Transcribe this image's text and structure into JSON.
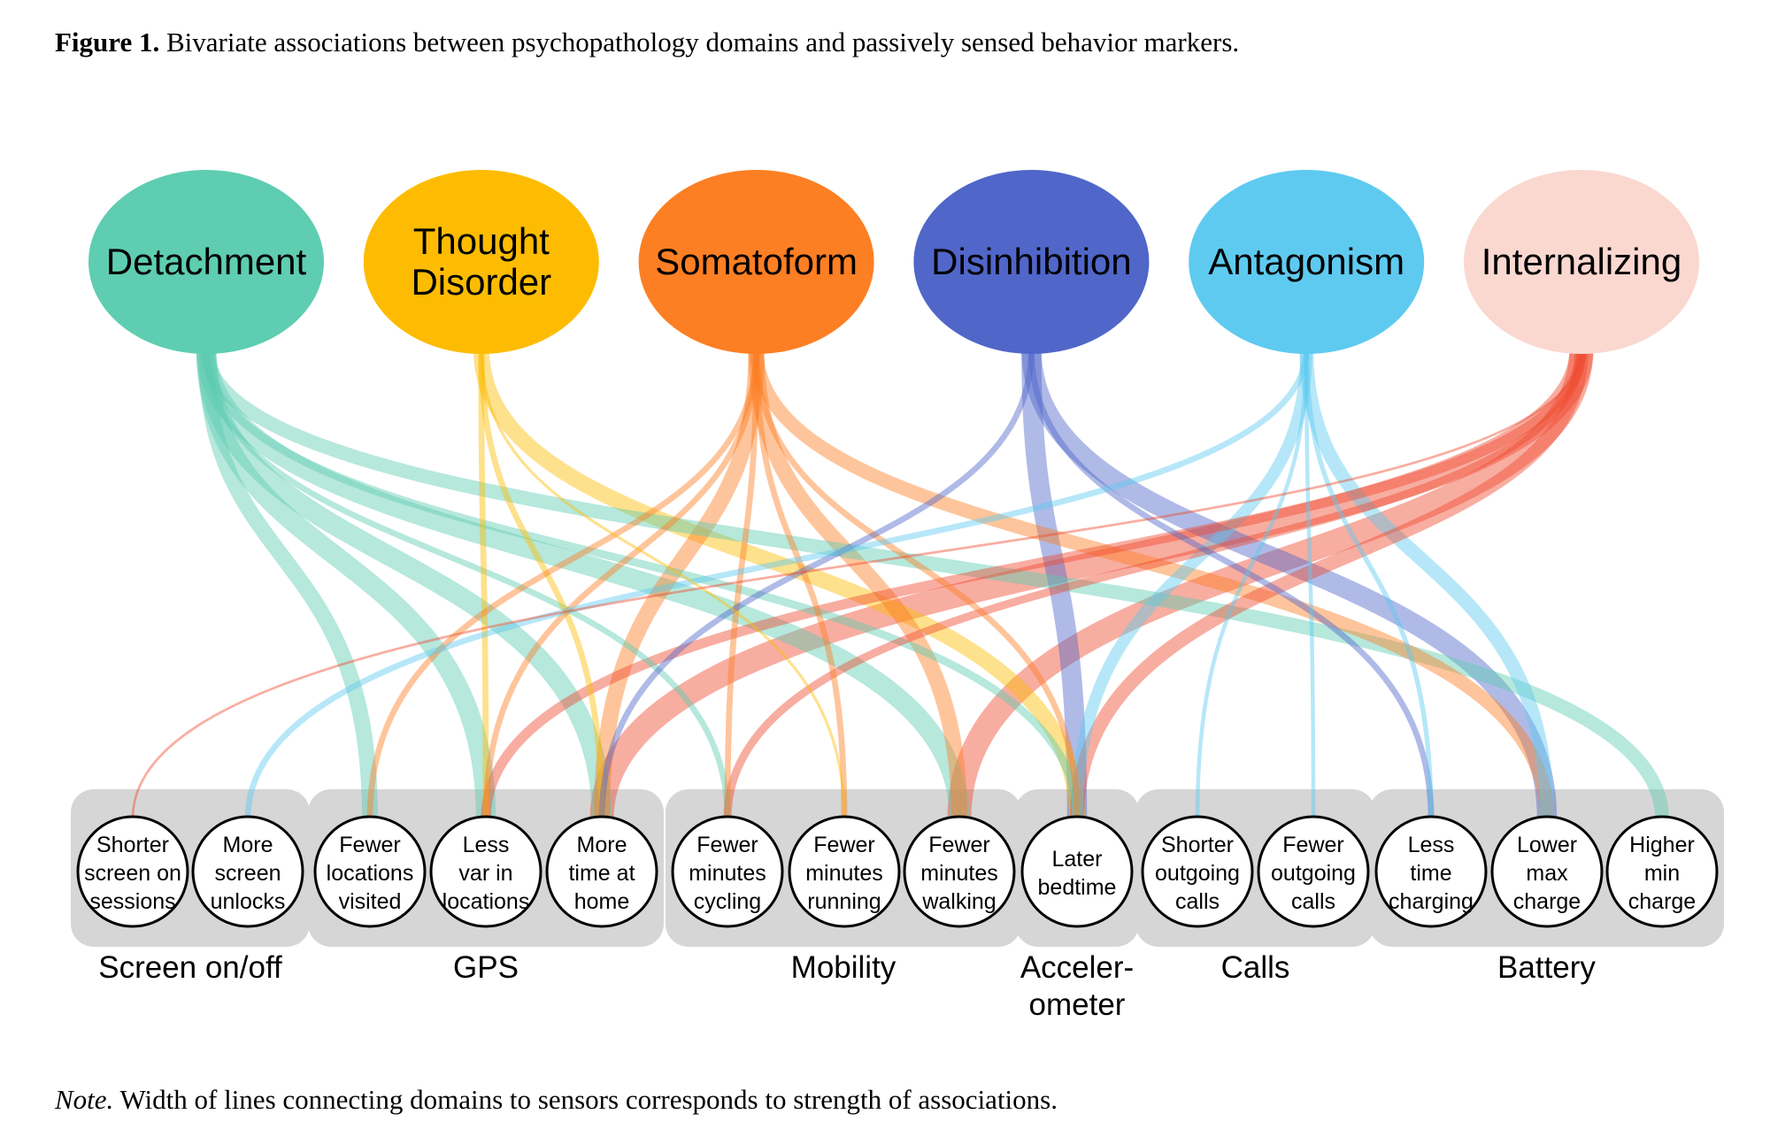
{
  "figure": {
    "label": "Figure 1.",
    "caption": "Bivariate associations between psychopathology domains and passively sensed behavior markers.",
    "note_label": "Note.",
    "note_text": "Width of lines connecting domains to sensors corresponds to strength of associations."
  },
  "domains": [
    {
      "id": "detachment",
      "lines": [
        "Detachment"
      ],
      "color": "#5ecdb1"
    },
    {
      "id": "thought",
      "lines": [
        "Thought",
        "Disorder"
      ],
      "color": "#fdbc02"
    },
    {
      "id": "somatoform",
      "lines": [
        "Somatoform"
      ],
      "color": "#fd7f24"
    },
    {
      "id": "disinhibition",
      "lines": [
        "Disinhibition"
      ],
      "color": "#5066c9"
    },
    {
      "id": "antagonism",
      "lines": [
        "Antagonism"
      ],
      "color": "#5ecaf0"
    },
    {
      "id": "internalizing",
      "lines": [
        "Internalizing"
      ],
      "color": "#fad8d0",
      "link_color": "#f04a2e"
    }
  ],
  "sensor_groups": [
    {
      "id": "screen",
      "label_lines": [
        "Screen on/off"
      ],
      "members": [
        "shorter_screen",
        "more_unlocks"
      ]
    },
    {
      "id": "gps",
      "label_lines": [
        "GPS"
      ],
      "members": [
        "fewer_locations",
        "less_var",
        "more_home"
      ]
    },
    {
      "id": "mobility",
      "label_lines": [
        "Mobility"
      ],
      "members": [
        "cycling",
        "running",
        "walking"
      ]
    },
    {
      "id": "accel",
      "label_lines": [
        "Acceler-",
        "ometer"
      ],
      "members": [
        "bedtime"
      ]
    },
    {
      "id": "calls",
      "label_lines": [
        "Calls"
      ],
      "members": [
        "shorter_calls",
        "fewer_calls"
      ]
    },
    {
      "id": "battery",
      "label_lines": [
        "Battery"
      ],
      "members": [
        "less_charging",
        "lower_max",
        "higher_min"
      ]
    }
  ],
  "sensors": [
    {
      "id": "shorter_screen",
      "lines": [
        "Shorter",
        "screen on",
        "sessions"
      ]
    },
    {
      "id": "more_unlocks",
      "lines": [
        "More",
        "screen",
        "unlocks"
      ]
    },
    {
      "id": "fewer_locations",
      "lines": [
        "Fewer",
        "locations",
        "visited"
      ]
    },
    {
      "id": "less_var",
      "lines": [
        "Less",
        "var in",
        "locations"
      ]
    },
    {
      "id": "more_home",
      "lines": [
        "More",
        "time at",
        "home"
      ]
    },
    {
      "id": "cycling",
      "lines": [
        "Fewer",
        "minutes",
        "cycling"
      ]
    },
    {
      "id": "running",
      "lines": [
        "Fewer",
        "minutes",
        "running"
      ]
    },
    {
      "id": "walking",
      "lines": [
        "Fewer",
        "minutes",
        "walking"
      ]
    },
    {
      "id": "bedtime",
      "lines": [
        "Later",
        "bedtime"
      ]
    },
    {
      "id": "shorter_calls",
      "lines": [
        "Shorter",
        "outgoing",
        "calls"
      ]
    },
    {
      "id": "fewer_calls",
      "lines": [
        "Fewer",
        "outgoing",
        "calls"
      ]
    },
    {
      "id": "less_charging",
      "lines": [
        "Less",
        "time",
        "charging"
      ]
    },
    {
      "id": "lower_max",
      "lines": [
        "Lower",
        "max",
        "charge"
      ]
    },
    {
      "id": "higher_min",
      "lines": [
        "Higher",
        "min",
        "charge"
      ]
    }
  ],
  "associations": [
    {
      "domain": "detachment",
      "sensor": "fewer_locations",
      "strength": 4
    },
    {
      "domain": "detachment",
      "sensor": "less_var",
      "strength": 5
    },
    {
      "domain": "detachment",
      "sensor": "more_home",
      "strength": 5
    },
    {
      "domain": "detachment",
      "sensor": "cycling",
      "strength": 1.5
    },
    {
      "domain": "detachment",
      "sensor": "walking",
      "strength": 5
    },
    {
      "domain": "detachment",
      "sensor": "bedtime",
      "strength": 2
    },
    {
      "domain": "detachment",
      "sensor": "higher_min",
      "strength": 3.5
    },
    {
      "domain": "thought",
      "sensor": "less_var",
      "strength": 1.5
    },
    {
      "domain": "thought",
      "sensor": "more_home",
      "strength": 1.5
    },
    {
      "domain": "thought",
      "sensor": "running",
      "strength": 0.7
    },
    {
      "domain": "thought",
      "sensor": "bedtime",
      "strength": 4
    },
    {
      "domain": "somatoform",
      "sensor": "fewer_locations",
      "strength": 1.5
    },
    {
      "domain": "somatoform",
      "sensor": "less_var",
      "strength": 1.5
    },
    {
      "domain": "somatoform",
      "sensor": "more_home",
      "strength": 4
    },
    {
      "domain": "somatoform",
      "sensor": "cycling",
      "strength": 1.5
    },
    {
      "domain": "somatoform",
      "sensor": "running",
      "strength": 1.5
    },
    {
      "domain": "somatoform",
      "sensor": "walking",
      "strength": 4
    },
    {
      "domain": "somatoform",
      "sensor": "bedtime",
      "strength": 1.5
    },
    {
      "domain": "somatoform",
      "sensor": "lower_max",
      "strength": 3.5
    },
    {
      "domain": "disinhibition",
      "sensor": "more_home",
      "strength": 1.5
    },
    {
      "domain": "disinhibition",
      "sensor": "bedtime",
      "strength": 5
    },
    {
      "domain": "disinhibition",
      "sensor": "less_charging",
      "strength": 1.5
    },
    {
      "domain": "disinhibition",
      "sensor": "lower_max",
      "strength": 5
    },
    {
      "domain": "antagonism",
      "sensor": "more_unlocks",
      "strength": 1.5
    },
    {
      "domain": "antagonism",
      "sensor": "bedtime",
      "strength": 3
    },
    {
      "domain": "antagonism",
      "sensor": "shorter_calls",
      "strength": 1
    },
    {
      "domain": "antagonism",
      "sensor": "fewer_calls",
      "strength": 1
    },
    {
      "domain": "antagonism",
      "sensor": "less_charging",
      "strength": 1.2
    },
    {
      "domain": "antagonism",
      "sensor": "lower_max",
      "strength": 3.5
    },
    {
      "domain": "internalizing",
      "sensor": "shorter_screen",
      "strength": 0.6
    },
    {
      "domain": "internalizing",
      "sensor": "less_var",
      "strength": 2.5
    },
    {
      "domain": "internalizing",
      "sensor": "more_home",
      "strength": 6
    },
    {
      "domain": "internalizing",
      "sensor": "cycling",
      "strength": 2
    },
    {
      "domain": "internalizing",
      "sensor": "walking",
      "strength": 6
    },
    {
      "domain": "internalizing",
      "sensor": "bedtime",
      "strength": 3.5
    }
  ]
}
